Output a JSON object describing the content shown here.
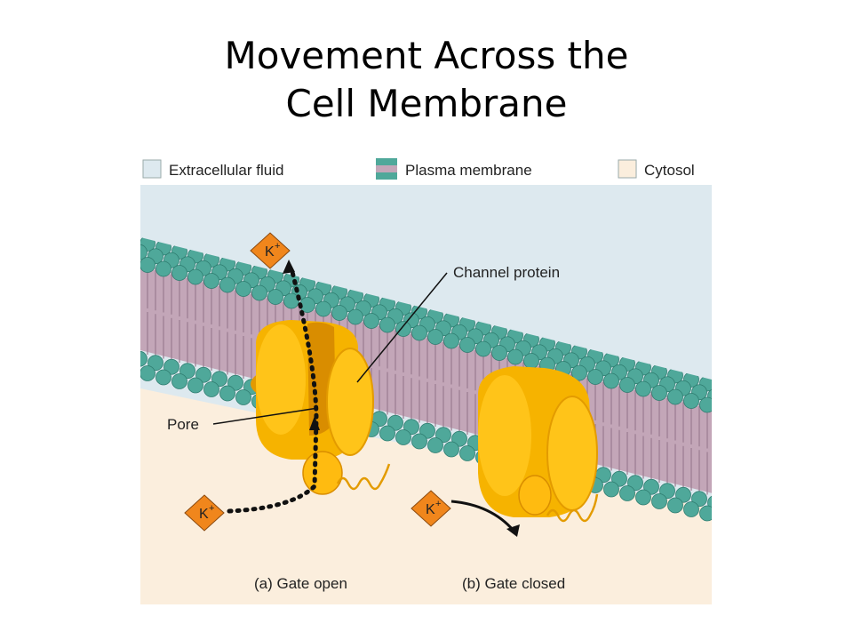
{
  "slide": {
    "title_line1": "Movement Across the",
    "title_line2": "Cell Membrane"
  },
  "legend": {
    "extracellular": "Extracellular fluid",
    "membrane": "Plasma membrane",
    "cytosol": "Cytosol"
  },
  "labels": {
    "channel_protein": "Channel protein",
    "pore": "Pore",
    "panel_a": "(a) Gate open",
    "panel_b": "(b) Gate closed",
    "ion": "K",
    "ion_charge": "+"
  },
  "colors": {
    "extracellular": "#dde9ef",
    "cytosol": "#fbeedd",
    "head": "#4fa89a",
    "tail": "#c3a6b8",
    "protein": "#f6b300",
    "protein_dark": "#d98d00",
    "ion": "#f0861c"
  }
}
